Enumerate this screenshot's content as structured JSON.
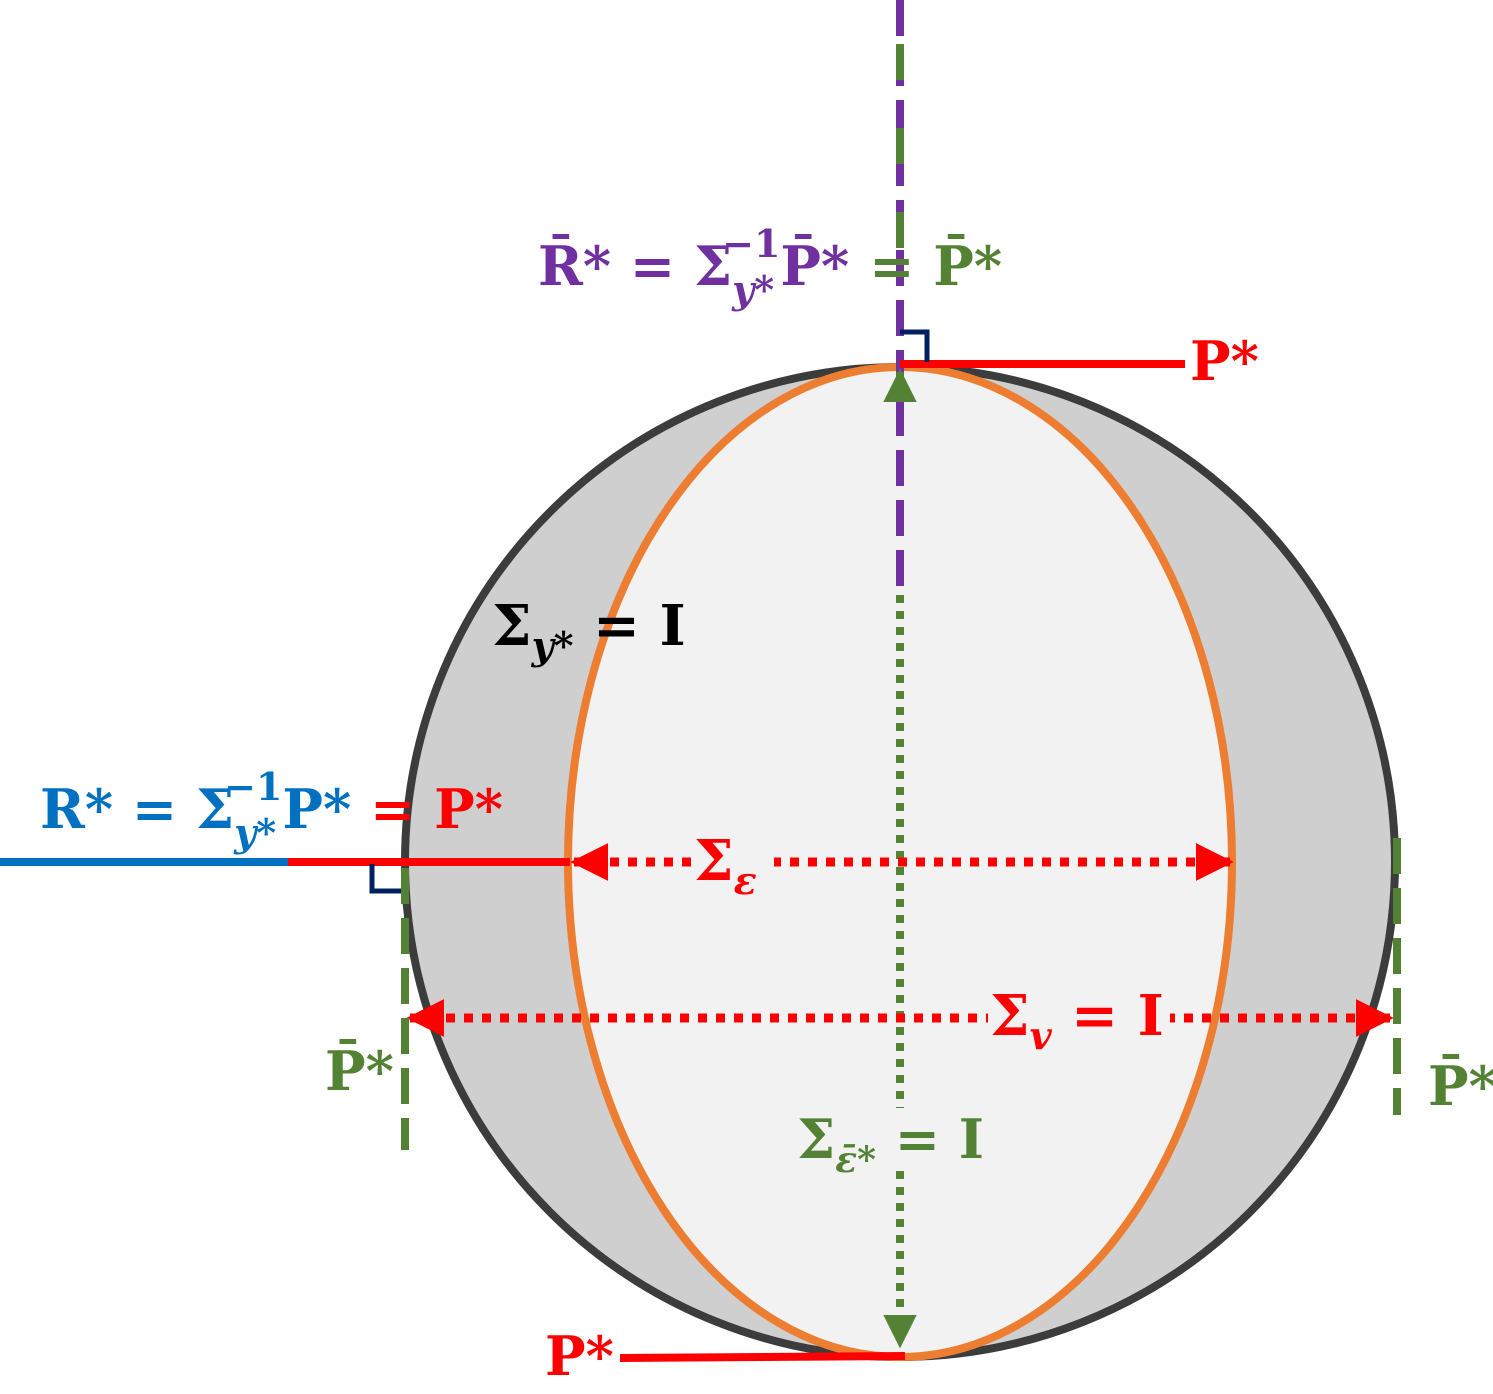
{
  "colors": {
    "outer_fill": "#d0cfd0",
    "outer_stroke": "#3c3c3c",
    "ellipse_fill": "#f2f2f2",
    "ellipse_stroke": "#ed7d31",
    "red": "#ff0000",
    "green": "#548235",
    "purple": "#7030a0",
    "blue": "#0070c0",
    "black": "#000000",
    "navy": "#002060"
  },
  "labels": {
    "top": {
      "purple_main": "R̄*",
      "purple_eq": " = ",
      "purple_sigma": "Σ",
      "purple_sub": "y*",
      "purple_sup": "−1",
      "purple_tail": "P̄*",
      "green_tail": "= P̄*"
    },
    "top_right": "P*",
    "left": {
      "blue_main": "R*",
      "blue_eq": " = ",
      "blue_sigma": "Σ",
      "blue_sub": "y*",
      "blue_sup": "−1",
      "blue_tail": "P*",
      "red_tail": " = P*"
    },
    "sigma_y": {
      "sigma": "Σ",
      "sub": "y*",
      "rest": " = I"
    },
    "sigma_eps": {
      "sigma": "Σ",
      "sub": "ε"
    },
    "sigma_v": {
      "sigma": "Σ",
      "sub": "v",
      "rest": " = I"
    },
    "sigma_eps_bar": {
      "sigma": "Σ",
      "sub": "ε̄*",
      "rest": " = I"
    },
    "pbar_left": "P̄*",
    "pbar_right": "P̄*",
    "bottom": "P*"
  }
}
